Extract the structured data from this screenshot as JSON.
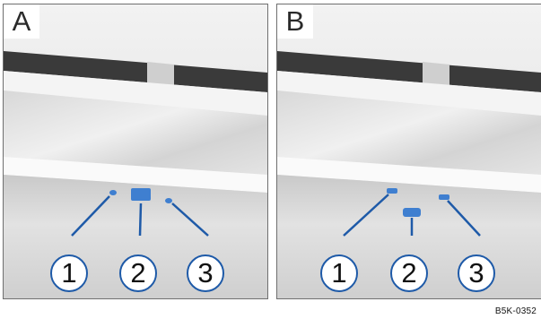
{
  "panels": [
    {
      "letter": "A",
      "callouts": [
        "1",
        "2",
        "3"
      ]
    },
    {
      "letter": "B",
      "callouts": [
        "1",
        "2",
        "3"
      ]
    }
  ],
  "figure_code": "B5K-0352",
  "colors": {
    "callout_outline": "#1e5aa8",
    "light_blue": "#3f7fd0"
  }
}
